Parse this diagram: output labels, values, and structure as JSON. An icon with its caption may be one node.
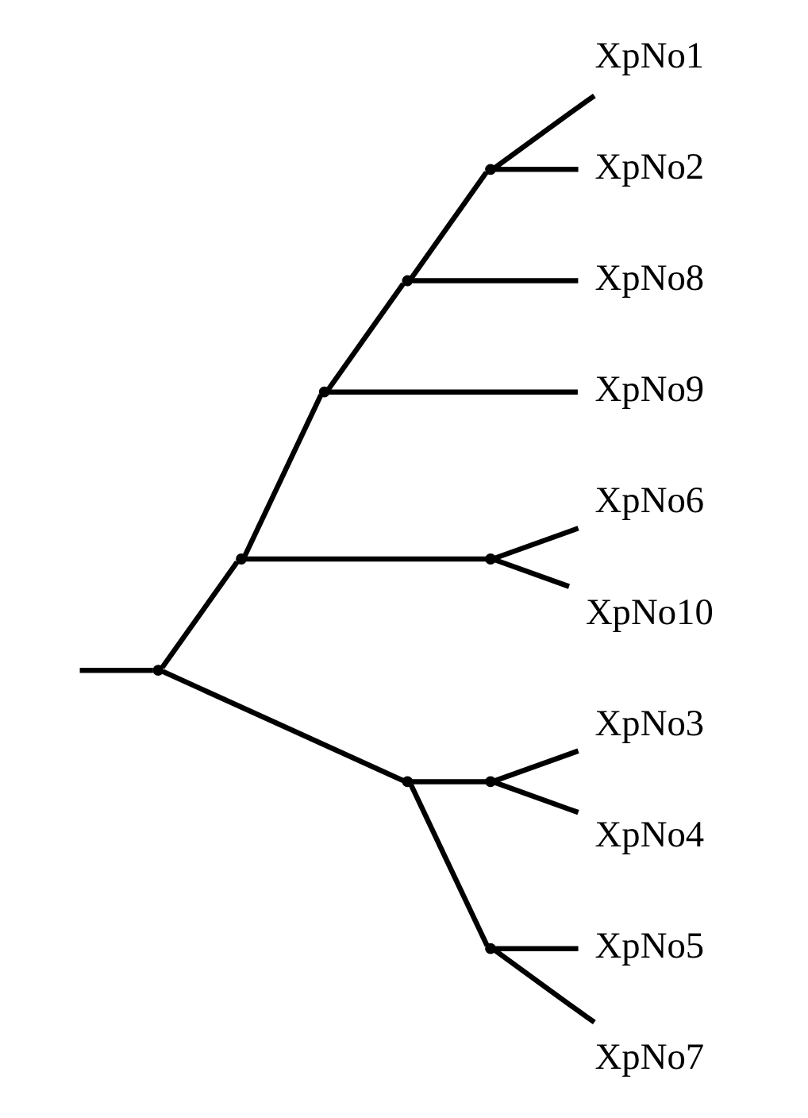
{
  "diagram": {
    "nodes": [
      {
        "text": [
          "XpNo1"
        ]
      },
      {
        "text": [
          "XpNo2"
        ]
      },
      {
        "text": [
          "XpNo8"
        ]
      },
      {
        "text": [
          "XpNo9"
        ]
      },
      {
        "text": [
          "XpNo6"
        ]
      },
      {
        "text": [
          "XpNo10"
        ]
      },
      {
        "text": [
          "XpNo3"
        ]
      },
      {
        "text": [
          "XpNo4"
        ]
      },
      {
        "text": [
          "XpNo5"
        ]
      },
      {
        "text": [
          "XpNo7"
        ]
      },
      {
        "text": [],
        "shape": "point"
      },
      {
        "text": [],
        "shape": "point"
      },
      {
        "text": [],
        "shape": "point"
      },
      {
        "text": [],
        "shape": "point"
      },
      {
        "text": [],
        "shape": "point"
      },
      {
        "text": [],
        "shape": "point"
      },
      {
        "text": [],
        "shape": "point"
      },
      {
        "text": [],
        "shape": "point"
      },
      {
        "text": [],
        "shape": "point"
      }
    ],
    "edges": [
      {
        "from": null,
        "to": 10,
        "arrow": "none"
      },
      {
        "from": 10,
        "to": 11,
        "arrow": "none"
      },
      {
        "from": 10,
        "to": 12,
        "arrow": "none"
      },
      {
        "from": 11,
        "to": 13,
        "arrow": "none"
      },
      {
        "from": 11,
        "to": 14,
        "arrow": "none"
      },
      {
        "from": 13,
        "to": 17,
        "arrow": "none"
      },
      {
        "from": 13,
        "to": 3,
        "arrow": "none"
      },
      {
        "from": 17,
        "to": 18,
        "arrow": "none"
      },
      {
        "from": 17,
        "to": 2,
        "arrow": "none"
      },
      {
        "from": 18,
        "to": 0,
        "arrow": "none"
      },
      {
        "from": 18,
        "to": 1,
        "arrow": "none"
      },
      {
        "from": 14,
        "to": 4,
        "arrow": "none"
      },
      {
        "from": 14,
        "to": 5,
        "arrow": "none"
      },
      {
        "from": 12,
        "to": 15,
        "arrow": "none"
      },
      {
        "from": 12,
        "to": 16,
        "arrow": "none"
      },
      {
        "from": 15,
        "to": 6,
        "arrow": "none"
      },
      {
        "from": 15,
        "to": 7,
        "arrow": "none"
      },
      {
        "from": 16,
        "to": 8,
        "arrow": "none"
      },
      {
        "from": 16,
        "to": 9,
        "arrow": "none"
      }
    ]
  }
}
